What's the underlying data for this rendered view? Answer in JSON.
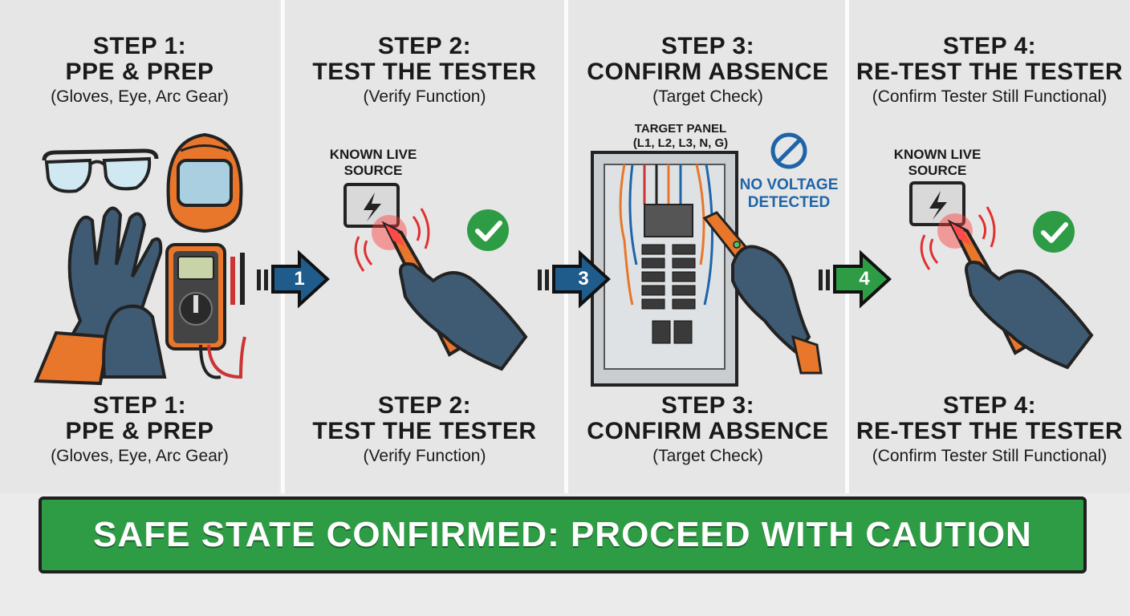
{
  "steps": [
    {
      "top_label": "STEP 1:",
      "top_title": "PPE & PREP",
      "top_sub": "(Gloves, Eye, Arc Gear)",
      "bottom_label": "STEP 1:",
      "bottom_title": "PPE & PREP",
      "bottom_sub": "(Gloves, Eye, Arc Gear)"
    },
    {
      "top_label": "STEP 2:",
      "top_title": "TEST THE TESTER",
      "top_sub": "(Verify Function)",
      "bottom_label": "STEP 2:",
      "bottom_title": "TEST THE TESTER",
      "bottom_sub": "(Verify Function)",
      "callout_line1": "KNOWN LIVE",
      "callout_line2": "SOURCE"
    },
    {
      "top_label": "STEP 3:",
      "top_title": "CONFIRM ABSENCE",
      "top_sub": "(Target Check)",
      "bottom_label": "STEP 3:",
      "bottom_title": "CONFIRM ABSENCE",
      "bottom_sub": "(Target Check)",
      "panel_line1": "TARGET PANEL",
      "panel_line2": "(L1, L2, L3, N, G)",
      "status_line1": "NO VOLTAGE",
      "status_line2": "DETECTED"
    },
    {
      "top_label": "STEP 4:",
      "top_title": "RE-TEST THE TESTER",
      "top_sub": "(Confirm Tester Still Functional)",
      "bottom_label": "STEP 4:",
      "bottom_title": "RE-TEST THE TESTER",
      "bottom_sub": "(Confirm Tester Still Functional)",
      "callout_line1": "KNOWN LIVE",
      "callout_line2": "SOURCE"
    }
  ],
  "arrows": [
    {
      "number": "1",
      "color": "#1f5c8c"
    },
    {
      "number": "3",
      "color": "#1f5c8c"
    },
    {
      "number": "4",
      "color": "#2e9c45"
    }
  ],
  "banner": {
    "text": "SAFE STATE CONFIRMED: PROCEED WITH CAUTION"
  },
  "colors": {
    "accent_green": "#2e9c45",
    "accent_blue": "#1f64a8",
    "tester_orange": "#e8762b",
    "glove_blue": "#3f5a73"
  }
}
